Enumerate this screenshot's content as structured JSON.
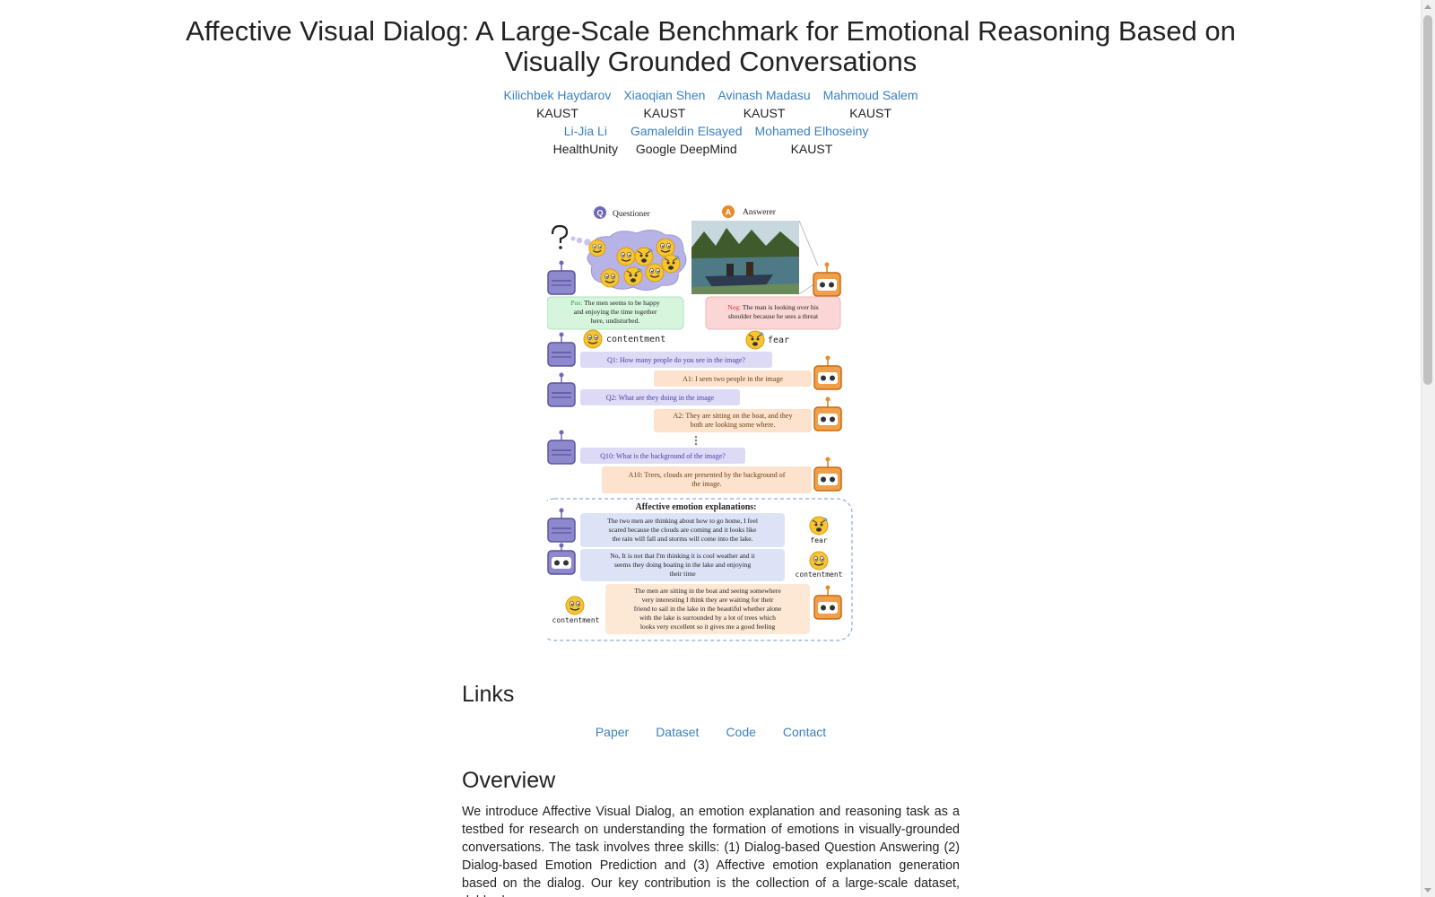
{
  "title": "Affective Visual Dialog: A Large-Scale Benchmark for Emotional Reasoning Based on Visually Grounded Conversations",
  "authors_row1": [
    {
      "name": "Kilichbek Haydarov",
      "affil": "KAUST"
    },
    {
      "name": "Xiaoqian Shen",
      "affil": "KAUST"
    },
    {
      "name": "Avinash Madasu",
      "affil": "KAUST"
    },
    {
      "name": "Mahmoud Salem",
      "affil": "KAUST"
    }
  ],
  "authors_row2": [
    {
      "name": "Li-Jia Li",
      "affil": "HealthUnity"
    },
    {
      "name": "Gamaleldin Elsayed",
      "affil": "Google DeepMind"
    },
    {
      "name": "Mohamed Elhoseiny",
      "affil": "KAUST"
    }
  ],
  "figure": {
    "questioner": "Questioner",
    "answerer": "Answerer",
    "q_letter": "Q",
    "a_letter": "A",
    "pos_prefix": "Pos:",
    "pos_text_1": "The men seems to be happy",
    "pos_text_2": "and enjoying the time together",
    "pos_text_3": "here, undisturbed.",
    "neg_prefix": "Neg:",
    "neg_text_1": "The man is looking over his",
    "neg_text_2": "shoulder because he sees a threat",
    "emo_contentment": "contentment",
    "emo_fear": "fear",
    "q1": "Q1: How many people do you see in the image?",
    "a1": "A1: I seen two people in the image",
    "q2": "Q2: What are they doing in the image",
    "a2_1": "A2: They are sitting on the boat, and they",
    "a2_2": "both are looking some where.",
    "q10": "Q10: What is the background of the image?",
    "a10_1": "A10: Trees, clouds are presented by the background of",
    "a10_2": "the image.",
    "expl_title": "Affective emotion explanations:",
    "expl1_1": "The two men are thinking about how to go home, I feel",
    "expl1_2": "scared because the clouds are coming and it looks like",
    "expl1_3": "the rain will fall and storms will come into the lake.",
    "expl2_1": "No, It is not that I'm thinking it is cool weather and it",
    "expl2_2": "seems they doing boating in the lake and enjoying",
    "expl2_3": "their time",
    "expl3_1": "The men are sitting in the boat and seeing somewhere",
    "expl3_2": "very interesting I think they are waiting for their",
    "expl3_3": "friend to sail in the lake in the beautiful whether alone",
    "expl3_4": "with the lake is surrounded by a lot of trees which",
    "expl3_5": "looks very excellent so it gives me a good feeling"
  },
  "links": {
    "heading": "Links",
    "items": [
      "Paper",
      "Dataset",
      "Code",
      "Contact"
    ]
  },
  "overview": {
    "heading": "Overview",
    "text": "We introduce Affective Visual Dialog, an emotion explanation and reasoning task as a testbed for research on understanding the formation of emotions in visually-grounded conversations. The task involves three skills: (1) Dialog-based Question Answering (2) Dialog-based Emotion Prediction and (3) Affective emotion explanation generation based on the dialog. Our key contribution is the collection of a large-scale dataset, dubbed"
  },
  "colors": {
    "link": "#3a80c1",
    "questioner": "#6f68b6",
    "answerer": "#ea8a2c"
  }
}
